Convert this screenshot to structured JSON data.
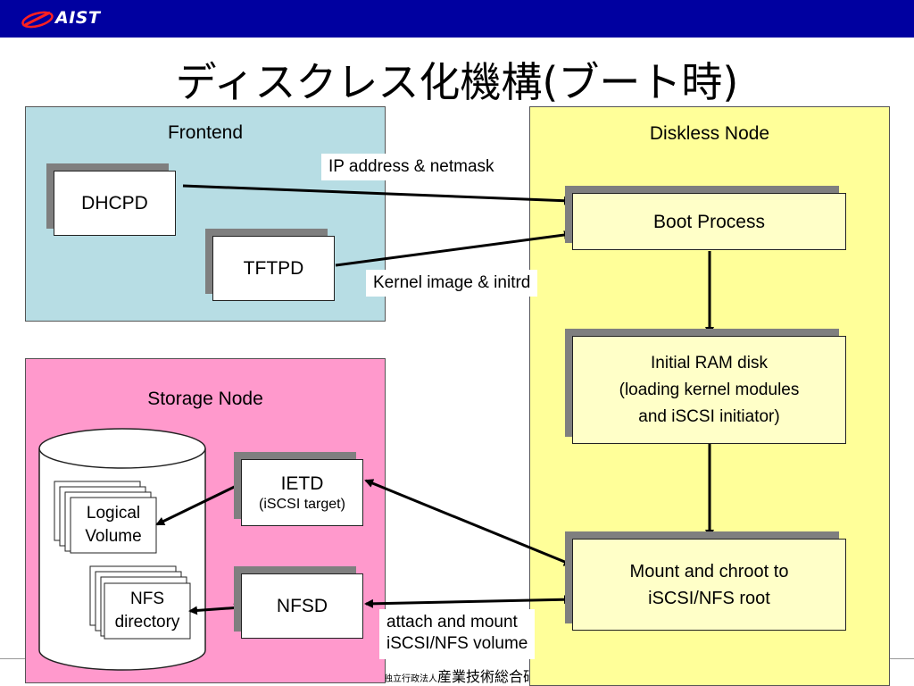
{
  "header": {
    "logo_text": "AIST"
  },
  "title": "ディスクレス化機構(ブート時)",
  "footer": {
    "small": "独立行政法人",
    "main": "産業技術総合研究所"
  },
  "frontend": {
    "label": "Frontend",
    "dhcpd": "DHCPD",
    "tftpd": "TFTPD"
  },
  "storage": {
    "label": "Storage Node",
    "logical_volume": "Logical Volume",
    "nfs_directory": "NFS directory",
    "ietd": "IETD",
    "ietd_sub": "(iSCSI target)",
    "nfsd": "NFSD"
  },
  "diskless": {
    "label": "Diskless Node",
    "boot": "Boot Process",
    "initrd_line1": "Initial RAM disk",
    "initrd_line2": "(loading kernel modules",
    "initrd_line3": "and iSCSI initiator)",
    "mount_line1": "Mount and chroot to",
    "mount_line2": "iSCSI/NFS root"
  },
  "labels": {
    "ip": "IP address & netmask",
    "kernel": "Kernel image & initrd",
    "attach_line1": "attach and mount",
    "attach_line2": "iSCSI/NFS volume"
  },
  "colors": {
    "header_bg": "#0000a0",
    "frontend_bg": "#b7dde4",
    "storage_bg": "#ff99cc",
    "diskless_bg": "#ffff99",
    "box_cream": "#ffffc8"
  }
}
